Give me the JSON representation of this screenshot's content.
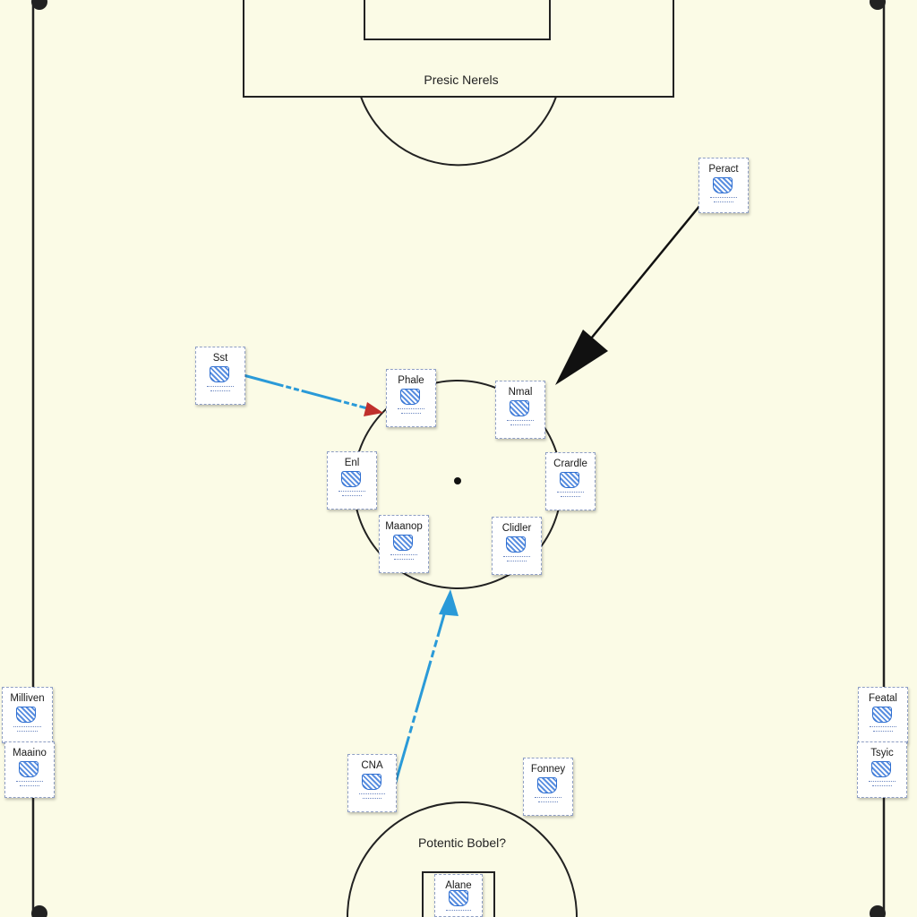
{
  "top_zone_label": "Presic Nerels",
  "bottom_zone_label": "Potentic Bobel?",
  "players": [
    {
      "id": "peract",
      "name": "Peract"
    },
    {
      "id": "sst",
      "name": "Sst"
    },
    {
      "id": "phale",
      "name": "Phale"
    },
    {
      "id": "nmal",
      "name": "Nmal"
    },
    {
      "id": "enl",
      "name": "Enl"
    },
    {
      "id": "crardle",
      "name": "Crardle"
    },
    {
      "id": "maanop",
      "name": "Maanop"
    },
    {
      "id": "clidler",
      "name": "Clidler"
    },
    {
      "id": "milliven",
      "name": "Milliven"
    },
    {
      "id": "maaino",
      "name": "Maaino"
    },
    {
      "id": "featal",
      "name": "Featal"
    },
    {
      "id": "tsyic",
      "name": "Tsyic"
    },
    {
      "id": "cna",
      "name": "CNA"
    },
    {
      "id": "fonney",
      "name": "Fonney"
    },
    {
      "id": "alane",
      "name": "Alane"
    }
  ],
  "colors": {
    "pitch": "#fbfbe6",
    "lines": "#222222",
    "arrow_blue": "#2a9ad8",
    "arrow_red": "#c0302c",
    "arrow_black": "#111111",
    "crest": "#2f6fd1"
  }
}
